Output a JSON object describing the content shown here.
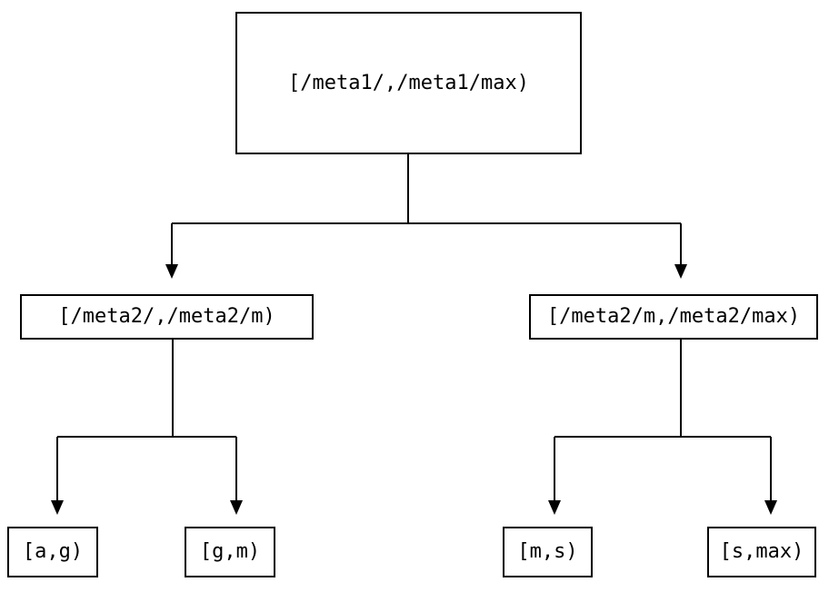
{
  "diagram": {
    "type": "tree",
    "background_color": "#ffffff",
    "line_color": "#000000",
    "text_color": "#000000",
    "nodes": {
      "root": {
        "label": "[/meta1/,/meta1/max)"
      },
      "meta2_low": {
        "label": "[/meta2/,/meta2/m)"
      },
      "meta2_high": {
        "label": "[/meta2/m,/meta2/max)"
      },
      "leaf_ag": {
        "label": "[a,g)"
      },
      "leaf_gm": {
        "label": "[g,m)"
      },
      "leaf_ms": {
        "label": "[m,s)"
      },
      "leaf_smax": {
        "label": "[s,max)"
      }
    },
    "edges": [
      {
        "from": "[/meta1/,/meta1/max)",
        "to": "[/meta2/,/meta2/m)"
      },
      {
        "from": "[/meta1/,/meta1/max)",
        "to": "[/meta2/m,/meta2/max)"
      },
      {
        "from": "[/meta2/,/meta2/m)",
        "to": "[a,g)"
      },
      {
        "from": "[/meta2/,/meta2/m)",
        "to": "[g,m)"
      },
      {
        "from": "[/meta2/m,/meta2/max)",
        "to": "[m,s)"
      },
      {
        "from": "[/meta2/m,/meta2/max)",
        "to": "[s,max)"
      }
    ]
  }
}
